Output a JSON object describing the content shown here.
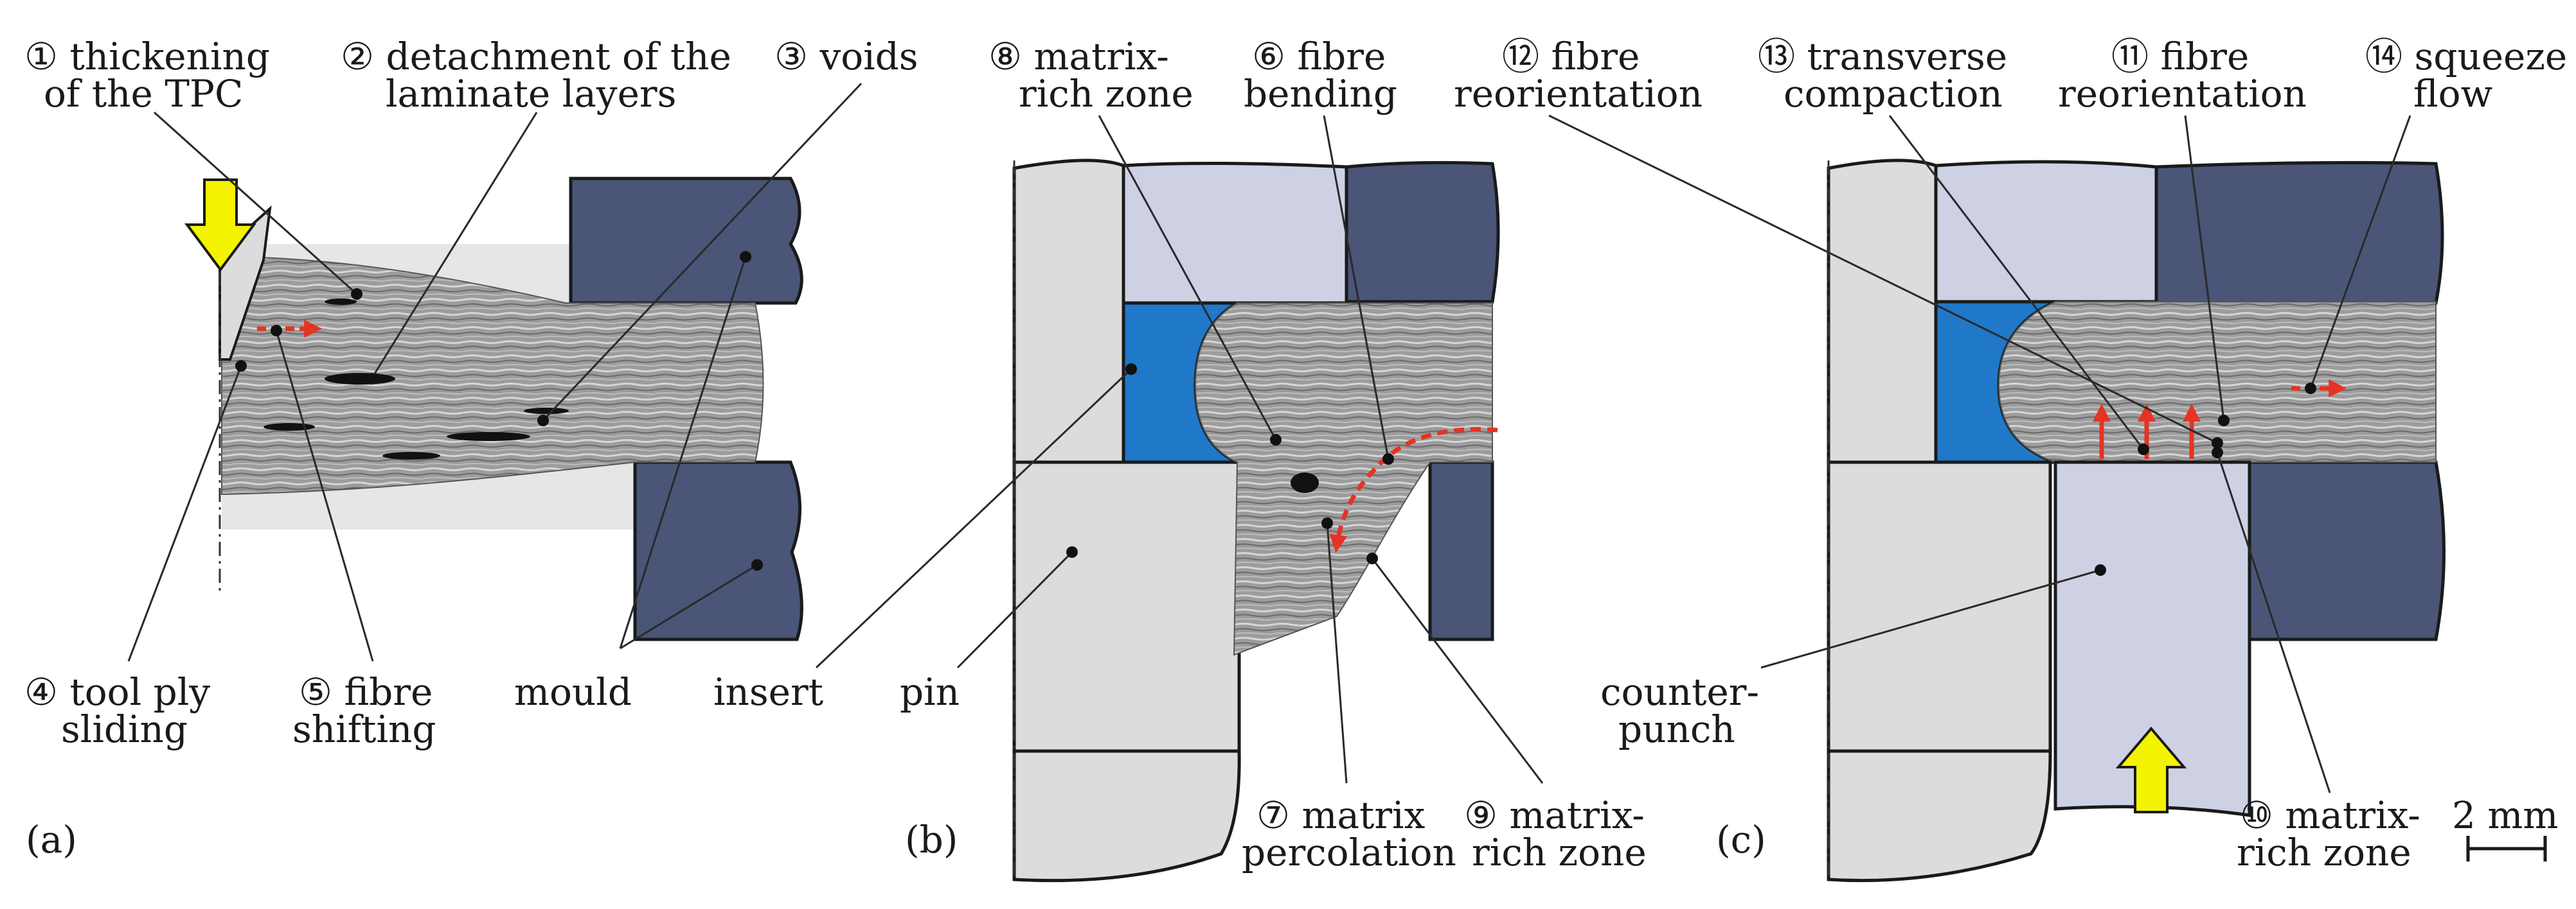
{
  "colors": {
    "mould": "#4a5578",
    "insert": "#1f78c8",
    "pin": "#dcdcdc",
    "counterpunch": "#cdd1e3",
    "upper_punch": "#cdd1e3",
    "arrow": "#f4f400",
    "flow_arrow": "#e63323",
    "tpc": "#9c9c9c"
  },
  "panels": [
    {
      "id": "a",
      "panel_label": "(a)",
      "labels": [
        {
          "id": "l1",
          "num": "①",
          "lines": [
            "thickening",
            "of the TPC"
          ]
        },
        {
          "id": "l2",
          "num": "②",
          "lines": [
            "detachment of the",
            "laminate layers"
          ]
        },
        {
          "id": "l3",
          "num": "③",
          "lines": [
            "voids"
          ]
        },
        {
          "id": "l4",
          "num": "④",
          "lines": [
            "tool ply",
            "sliding"
          ]
        },
        {
          "id": "l5",
          "num": "⑤",
          "lines": [
            "fibre",
            "shifting"
          ]
        },
        {
          "id": "mould",
          "num": "",
          "lines": [
            "mould"
          ]
        }
      ]
    },
    {
      "id": "b",
      "panel_label": "(b)",
      "labels": [
        {
          "id": "l8",
          "num": "⑧",
          "lines": [
            "matrix-",
            "rich zone"
          ]
        },
        {
          "id": "l6",
          "num": "⑥",
          "lines": [
            "fibre",
            "bending"
          ]
        },
        {
          "id": "insert",
          "num": "",
          "lines": [
            "insert"
          ]
        },
        {
          "id": "pin",
          "num": "",
          "lines": [
            "pin"
          ]
        },
        {
          "id": "l7",
          "num": "⑦",
          "lines": [
            "matrix",
            "percolation"
          ]
        },
        {
          "id": "l9",
          "num": "⑨",
          "lines": [
            "matrix-",
            "rich zone"
          ]
        }
      ]
    },
    {
      "id": "c",
      "panel_label": "(c)",
      "labels": [
        {
          "id": "l12",
          "num": "⑫",
          "lines": [
            "fibre",
            "reorientation"
          ]
        },
        {
          "id": "l13",
          "num": "⑬",
          "lines": [
            "transverse",
            "compaction"
          ]
        },
        {
          "id": "l11",
          "num": "⑪",
          "lines": [
            "fibre",
            "reorientation"
          ]
        },
        {
          "id": "l14",
          "num": "⑭",
          "lines": [
            "squeeze",
            "flow"
          ]
        },
        {
          "id": "counterpunch",
          "num": "",
          "lines": [
            "counter-",
            "punch"
          ]
        },
        {
          "id": "l10",
          "num": "⑩",
          "lines": [
            "matrix-",
            "rich zone"
          ]
        }
      ]
    }
  ],
  "scale_bar": {
    "label": "2 mm"
  }
}
